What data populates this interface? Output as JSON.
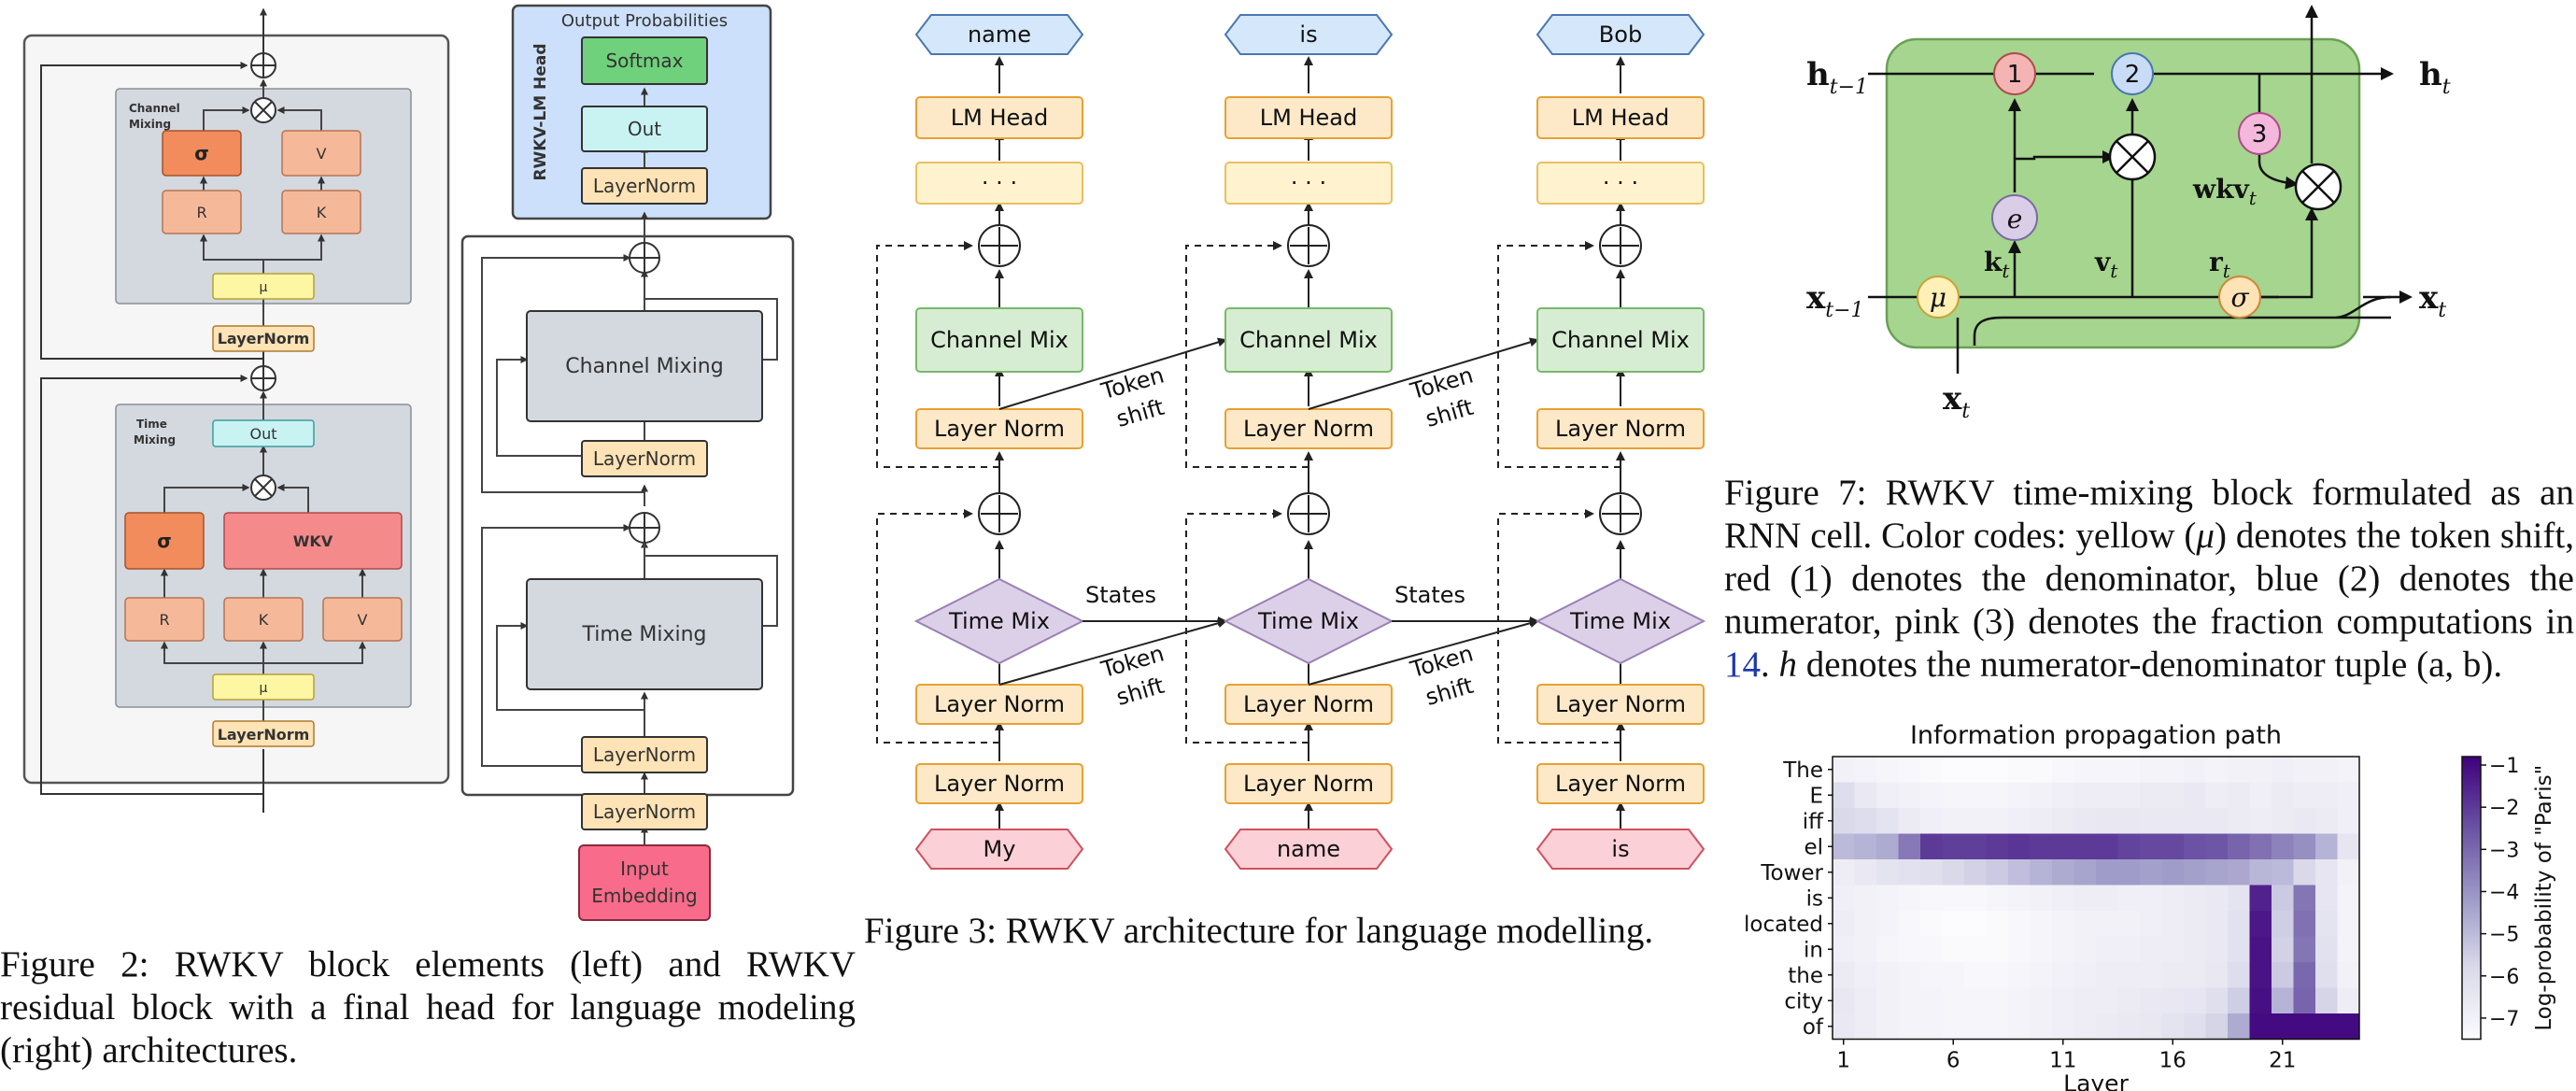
{
  "fig2": {
    "caption": "Figure 2:  RWKV block elements (left) and RWKV residual block with a final head for language modeling (right) architectures.",
    "left": {
      "channel_mixing_title": "Channel Mixing",
      "time_mixing_title": "Time Mixing",
      "sigma": "σ",
      "v": "V",
      "r": "R",
      "k": "K",
      "mu": "μ",
      "layernorm": "LayerNorm",
      "out": "Out",
      "wkv": "WKV"
    },
    "right": {
      "output_probabilities": "Output Probabilities",
      "head_label": "RWKV-LM Head",
      "softmax": "Softmax",
      "out": "Out",
      "layernorm": "LayerNorm",
      "channel_mixing": "Channel Mixing",
      "time_mixing": "Time Mixing",
      "input_embedding_1": "Input",
      "input_embedding_2": "Embedding"
    }
  },
  "fig3": {
    "caption": "Figure 3: RWKV architecture for language modelling.",
    "columns": [
      {
        "output": "name",
        "input": "My"
      },
      {
        "output": "is",
        "input": "name"
      },
      {
        "output": "Bob",
        "input": "is"
      }
    ],
    "lm_head": "LM Head",
    "ellipsis": "· · ·",
    "channel_mix": "Channel Mix",
    "time_mix": "Time Mix",
    "layer_norm": "Layer Norm",
    "token": "Token",
    "shift": "shift",
    "states": "States"
  },
  "fig7": {
    "caption_start": "Figure 7: RWKV time-mixing block formulated as an RNN cell.  Color codes:  yellow (",
    "caption_mu": "μ",
    "caption_mid1": ") denotes the token shift, red (1) denotes the denominator, blue (2) denotes the numerator, pink (3) denotes the fraction computations in ",
    "caption_ref": "14",
    "caption_mid2": ".  ",
    "caption_h": "h",
    "caption_end": " denotes the numerator-denominator tuple (a, b).",
    "node1": "1",
    "node2": "2",
    "node3": "3",
    "e": "e",
    "mu": "μ",
    "sigma": "σ",
    "h_prev": "h",
    "h_prev_sub": "t−1",
    "h_t": "h",
    "h_t_sub": "t",
    "x_prev": "x",
    "x_prev_sub": "t−1",
    "x_t": "x",
    "x_t_sub": "t",
    "k_t": "k",
    "v_t": "v",
    "r_t": "r",
    "wkv_t": "wkv",
    "sub_t": "t"
  },
  "chart_data": {
    "type": "heatmap",
    "title": "Information propagation path",
    "xlabel": "Layer",
    "ylabel": "",
    "colorbar_label": "Log-probability of \"Paris\"",
    "rows": [
      "The",
      "E",
      "iff",
      "el",
      "Tower",
      "is",
      "located",
      "in",
      "the",
      "city",
      "of"
    ],
    "x_ticks": [
      1,
      6,
      11,
      16,
      21
    ],
    "n_layers": 24,
    "colorbar_ticks": [
      -1,
      -2,
      -3,
      -4,
      -5,
      -6,
      -7
    ],
    "vmin": -7.5,
    "vmax": -0.8,
    "values": [
      [
        -7.0,
        -7.1,
        -7.2,
        -7.3,
        -7.4,
        -7.5,
        -7.5,
        -7.5,
        -7.4,
        -7.4,
        -7.3,
        -7.2,
        -7.2,
        -7.2,
        -7.1,
        -7.1,
        -7.0,
        -7.1,
        -7.0,
        -7.0,
        -6.9,
        -7.0,
        -7.0,
        -7.1
      ],
      [
        -6.0,
        -6.6,
        -6.9,
        -7.0,
        -7.1,
        -7.2,
        -7.2,
        -7.2,
        -7.1,
        -7.0,
        -6.9,
        -6.8,
        -6.8,
        -6.8,
        -6.7,
        -6.7,
        -6.6,
        -6.8,
        -6.7,
        -6.9,
        -6.7,
        -6.8,
        -6.8,
        -6.9
      ],
      [
        -5.8,
        -6.0,
        -6.3,
        -6.7,
        -6.9,
        -7.0,
        -7.0,
        -7.0,
        -6.9,
        -6.8,
        -6.7,
        -6.6,
        -6.5,
        -6.5,
        -6.6,
        -6.6,
        -6.6,
        -6.6,
        -6.7,
        -6.8,
        -6.7,
        -6.6,
        -6.7,
        -6.9
      ],
      [
        -5.0,
        -4.8,
        -4.6,
        -3.4,
        -2.0,
        -2.1,
        -2.1,
        -2.0,
        -1.9,
        -2.0,
        -2.0,
        -2.0,
        -2.0,
        -2.2,
        -2.3,
        -2.3,
        -2.5,
        -2.6,
        -2.9,
        -3.2,
        -3.6,
        -3.9,
        -4.8,
        -6.4
      ],
      [
        -6.8,
        -6.6,
        -6.3,
        -6.2,
        -6.1,
        -5.8,
        -5.6,
        -5.4,
        -5.1,
        -4.8,
        -4.6,
        -4.4,
        -4.2,
        -4.2,
        -4.3,
        -4.2,
        -4.3,
        -4.4,
        -4.5,
        -4.9,
        -5.0,
        -5.8,
        -6.4,
        -7.0
      ],
      [
        -6.9,
        -7.0,
        -7.1,
        -7.2,
        -7.3,
        -7.3,
        -7.3,
        -7.2,
        -7.1,
        -7.0,
        -6.9,
        -6.8,
        -6.8,
        -6.9,
        -6.9,
        -6.8,
        -6.7,
        -6.6,
        -6.3,
        -1.5,
        -5.4,
        -3.3,
        -6.4,
        -7.1
      ],
      [
        -6.8,
        -7.0,
        -7.1,
        -7.3,
        -7.4,
        -7.5,
        -7.5,
        -7.4,
        -7.3,
        -7.2,
        -7.1,
        -7.0,
        -7.0,
        -7.0,
        -6.9,
        -6.8,
        -6.7,
        -6.6,
        -6.2,
        -1.3,
        -5.5,
        -3.2,
        -6.3,
        -7.1
      ],
      [
        -6.9,
        -7.0,
        -7.2,
        -7.3,
        -7.3,
        -7.4,
        -7.4,
        -7.4,
        -7.3,
        -7.2,
        -7.1,
        -7.0,
        -6.9,
        -6.9,
        -6.8,
        -6.8,
        -6.7,
        -6.6,
        -6.2,
        -1.2,
        -5.6,
        -3.3,
        -6.2,
        -7.1
      ],
      [
        -6.7,
        -6.9,
        -7.0,
        -7.1,
        -7.2,
        -7.2,
        -7.3,
        -7.3,
        -7.2,
        -7.1,
        -7.0,
        -6.9,
        -6.8,
        -6.8,
        -6.8,
        -6.7,
        -6.7,
        -6.5,
        -6.0,
        -1.2,
        -5.4,
        -3.0,
        -6.1,
        -7.0
      ],
      [
        -6.5,
        -6.8,
        -7.0,
        -7.1,
        -7.1,
        -7.2,
        -7.2,
        -7.2,
        -7.1,
        -7.0,
        -6.9,
        -6.8,
        -6.8,
        -6.7,
        -6.6,
        -6.5,
        -6.4,
        -6.1,
        -5.5,
        -1.1,
        -4.8,
        -2.9,
        -5.7,
        -6.8
      ],
      [
        -6.6,
        -6.8,
        -7.0,
        -7.1,
        -7.1,
        -7.2,
        -7.2,
        -7.2,
        -7.1,
        -7.0,
        -6.9,
        -6.8,
        -6.7,
        -6.6,
        -6.5,
        -6.3,
        -6.1,
        -5.7,
        -4.6,
        -1.0,
        -1.0,
        -1.0,
        -1.0,
        -1.0
      ]
    ],
    "grid": false,
    "colormap": "purples"
  },
  "colors": {
    "gray_panel": "#d4d8df",
    "orange_dark": "#f28c5c",
    "orange_light": "#f5b99a",
    "yellow": "#fdf6a3",
    "cream": "#fde3b5",
    "cyan": "#c9f3f3",
    "red_wkv": "#f48a8a",
    "green_softmax": "#6fd17c",
    "blue_head": "#cce0fb",
    "pink_input": "#f96b8a",
    "ln_fill": "#fde9c8",
    "ln_stroke": "#e8a033",
    "dots_fill": "#fff3cf",
    "cm_fill": "#d7edd3",
    "cm_stroke": "#78b96a",
    "tm_fill": "#dcd0e8",
    "out_fill": "#d5e8fb",
    "in_fill": "#fbd0d6",
    "rnn_green": "#a5d58e",
    "node_red": "#f5b4b4",
    "node_blue": "#c8dcf6",
    "node_pink": "#f4b8dc",
    "node_yellow": "#fff0b8",
    "node_e": "#d9cde8",
    "purple_dark": "#3f007d"
  }
}
